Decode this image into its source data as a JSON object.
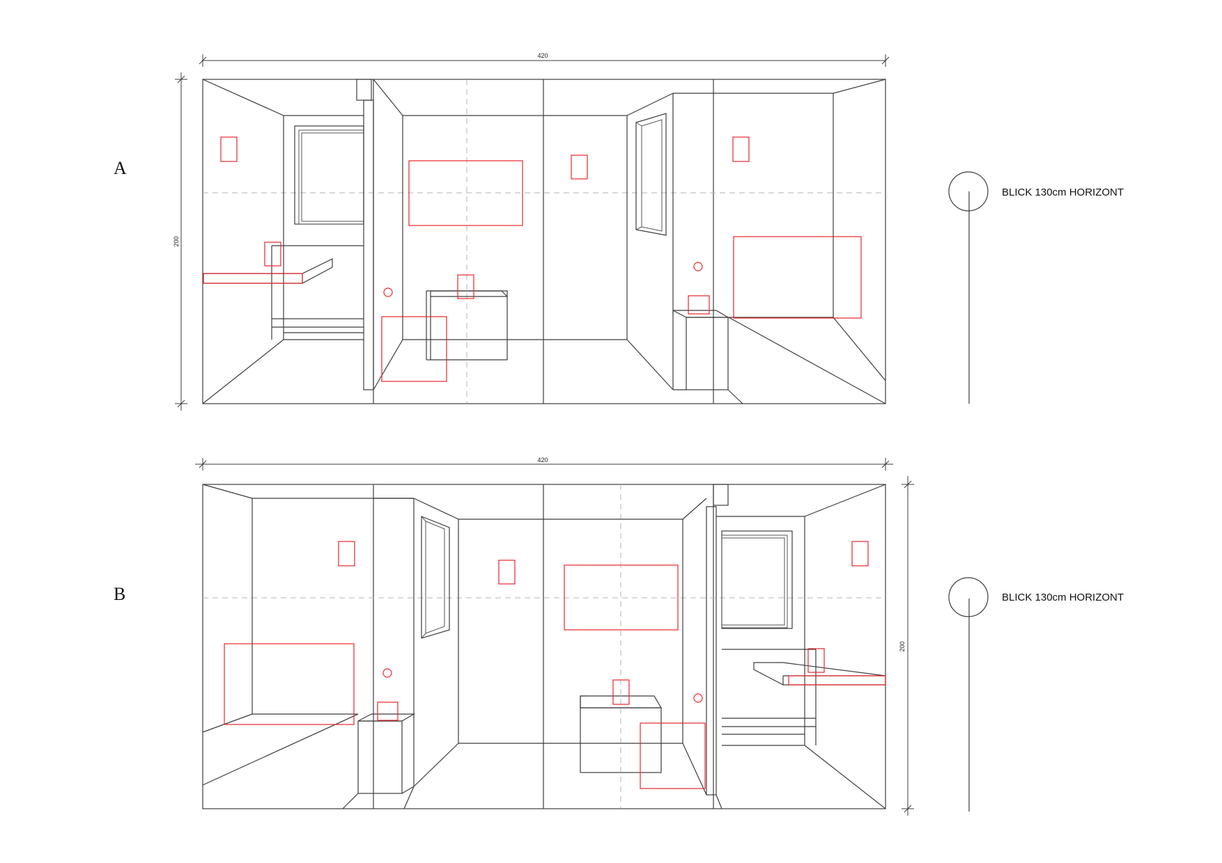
{
  "views": [
    {
      "label": "A",
      "width_dim": "420",
      "height_dim": "200",
      "legend": "BLICK 130cm HORIZONT"
    },
    {
      "label": "B",
      "width_dim": "420",
      "height_dim": "200",
      "legend": "BLICK 130cm HORIZONT"
    }
  ],
  "colors": {
    "line": "#3c3c3c",
    "marker": "#e8262a",
    "guide": "#b4b4b4"
  }
}
